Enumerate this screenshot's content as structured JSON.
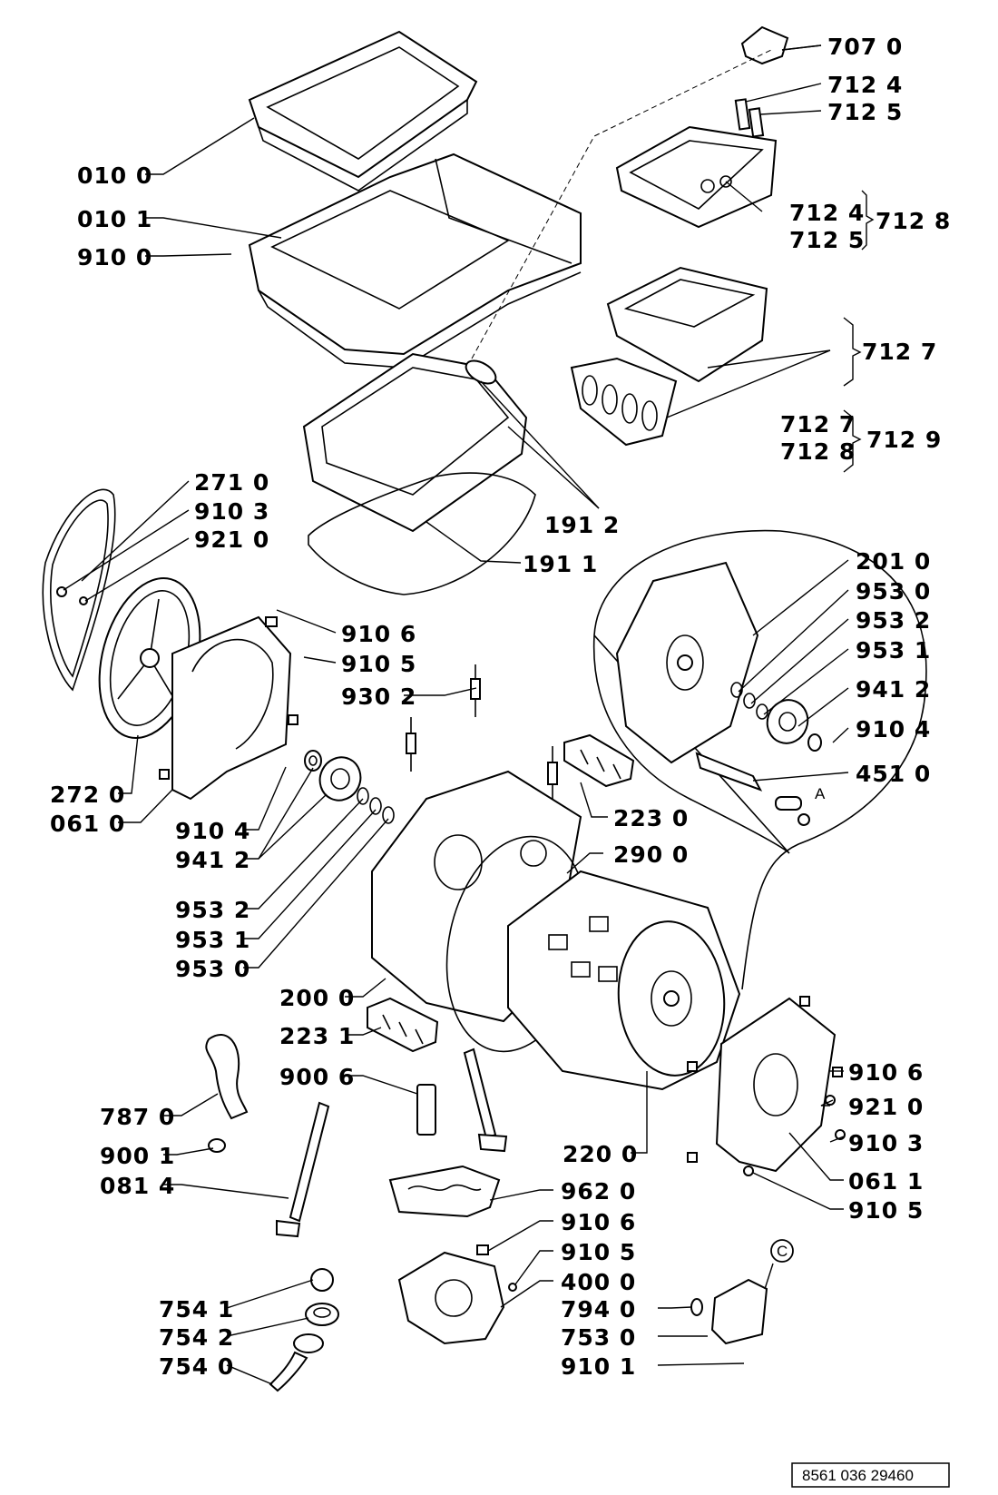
{
  "document_code": "8561 036 29460",
  "callouts": [
    {
      "id": "c1",
      "text": "707 0"
    },
    {
      "id": "c2",
      "text": "712 4"
    },
    {
      "id": "c3",
      "text": "712 5"
    },
    {
      "id": "c4",
      "text": "010 0"
    },
    {
      "id": "c5",
      "text": "010 1"
    },
    {
      "id": "c6",
      "text": "910 0"
    },
    {
      "id": "c7",
      "text": "712 4"
    },
    {
      "id": "c8",
      "text": "712 5"
    },
    {
      "id": "c9",
      "text": "712 8"
    },
    {
      "id": "c10",
      "text": "712 7"
    },
    {
      "id": "c11",
      "text": "712 7"
    },
    {
      "id": "c12",
      "text": "712 8"
    },
    {
      "id": "c13",
      "text": "712 9"
    },
    {
      "id": "c14",
      "text": "271 0"
    },
    {
      "id": "c15",
      "text": "910 3"
    },
    {
      "id": "c16",
      "text": "921 0"
    },
    {
      "id": "c17",
      "text": "191 2"
    },
    {
      "id": "c18",
      "text": "191 1"
    },
    {
      "id": "c19",
      "text": "201 0"
    },
    {
      "id": "c20",
      "text": "953 0"
    },
    {
      "id": "c21",
      "text": "953 2"
    },
    {
      "id": "c22",
      "text": "953 1"
    },
    {
      "id": "c23",
      "text": "941 2"
    },
    {
      "id": "c24",
      "text": "910 4"
    },
    {
      "id": "c25",
      "text": "451 0"
    },
    {
      "id": "c26",
      "text": "910 6"
    },
    {
      "id": "c27",
      "text": "910 5"
    },
    {
      "id": "c28",
      "text": "930 2"
    },
    {
      "id": "c29",
      "text": "272 0"
    },
    {
      "id": "c30",
      "text": "061 0"
    },
    {
      "id": "c31",
      "text": "910 4"
    },
    {
      "id": "c32",
      "text": "941 2"
    },
    {
      "id": "c33",
      "text": "223 0"
    },
    {
      "id": "c34",
      "text": "290 0"
    },
    {
      "id": "c35",
      "text": "953 2"
    },
    {
      "id": "c36",
      "text": "953 1"
    },
    {
      "id": "c37",
      "text": "953 0"
    },
    {
      "id": "c38",
      "text": "200 0"
    },
    {
      "id": "c39",
      "text": "223 1"
    },
    {
      "id": "c40",
      "text": "900 6"
    },
    {
      "id": "c41",
      "text": "787 0"
    },
    {
      "id": "c42",
      "text": "900 1"
    },
    {
      "id": "c43",
      "text": "081 4"
    },
    {
      "id": "c44",
      "text": "220 0"
    },
    {
      "id": "c45",
      "text": "910 6"
    },
    {
      "id": "c46",
      "text": "921 0"
    },
    {
      "id": "c47",
      "text": "910 3"
    },
    {
      "id": "c48",
      "text": "061 1"
    },
    {
      "id": "c49",
      "text": "910 5"
    },
    {
      "id": "c50",
      "text": "962 0"
    },
    {
      "id": "c51",
      "text": "910 6"
    },
    {
      "id": "c52",
      "text": "910 5"
    },
    {
      "id": "c53",
      "text": "400 0"
    },
    {
      "id": "c54",
      "text": "794 0"
    },
    {
      "id": "c55",
      "text": "753 0"
    },
    {
      "id": "c56",
      "text": "910 1"
    },
    {
      "id": "c57",
      "text": "754 1"
    },
    {
      "id": "c58",
      "text": "754 2"
    },
    {
      "id": "c59",
      "text": "754 0"
    }
  ],
  "markers": {
    "detail_a": "A",
    "detail_c": "C"
  }
}
